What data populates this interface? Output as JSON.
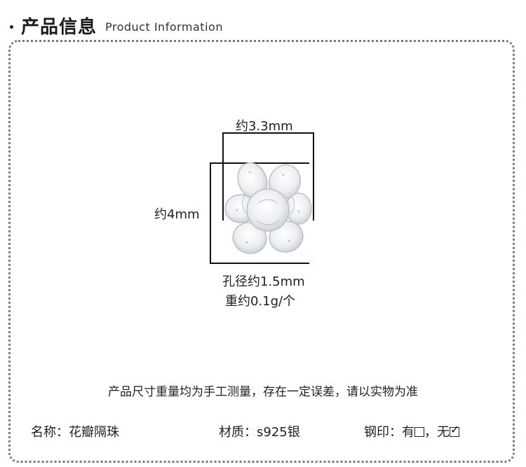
{
  "header": {
    "title_cn": "产品信息",
    "title_en": "Product Information"
  },
  "figure": {
    "width_label": "约3.3mm",
    "height_label": "约4mm",
    "hole_label": "孔径约1.5mm",
    "weight_label": "重约0.1g/个"
  },
  "notice": "产品尺寸重量均为手工测量，存在一定误差，请以实物为准",
  "specs": {
    "name_label": "名称：",
    "name_value": "花瓣隔珠",
    "material_label": "材质：",
    "material_value": "s925银",
    "stamp_label": "钢印：",
    "stamp_yes": "有",
    "stamp_sep": "，",
    "stamp_no": "无"
  },
  "colors": {
    "border": "#6f7e8c",
    "silver": "#e8eaec"
  }
}
